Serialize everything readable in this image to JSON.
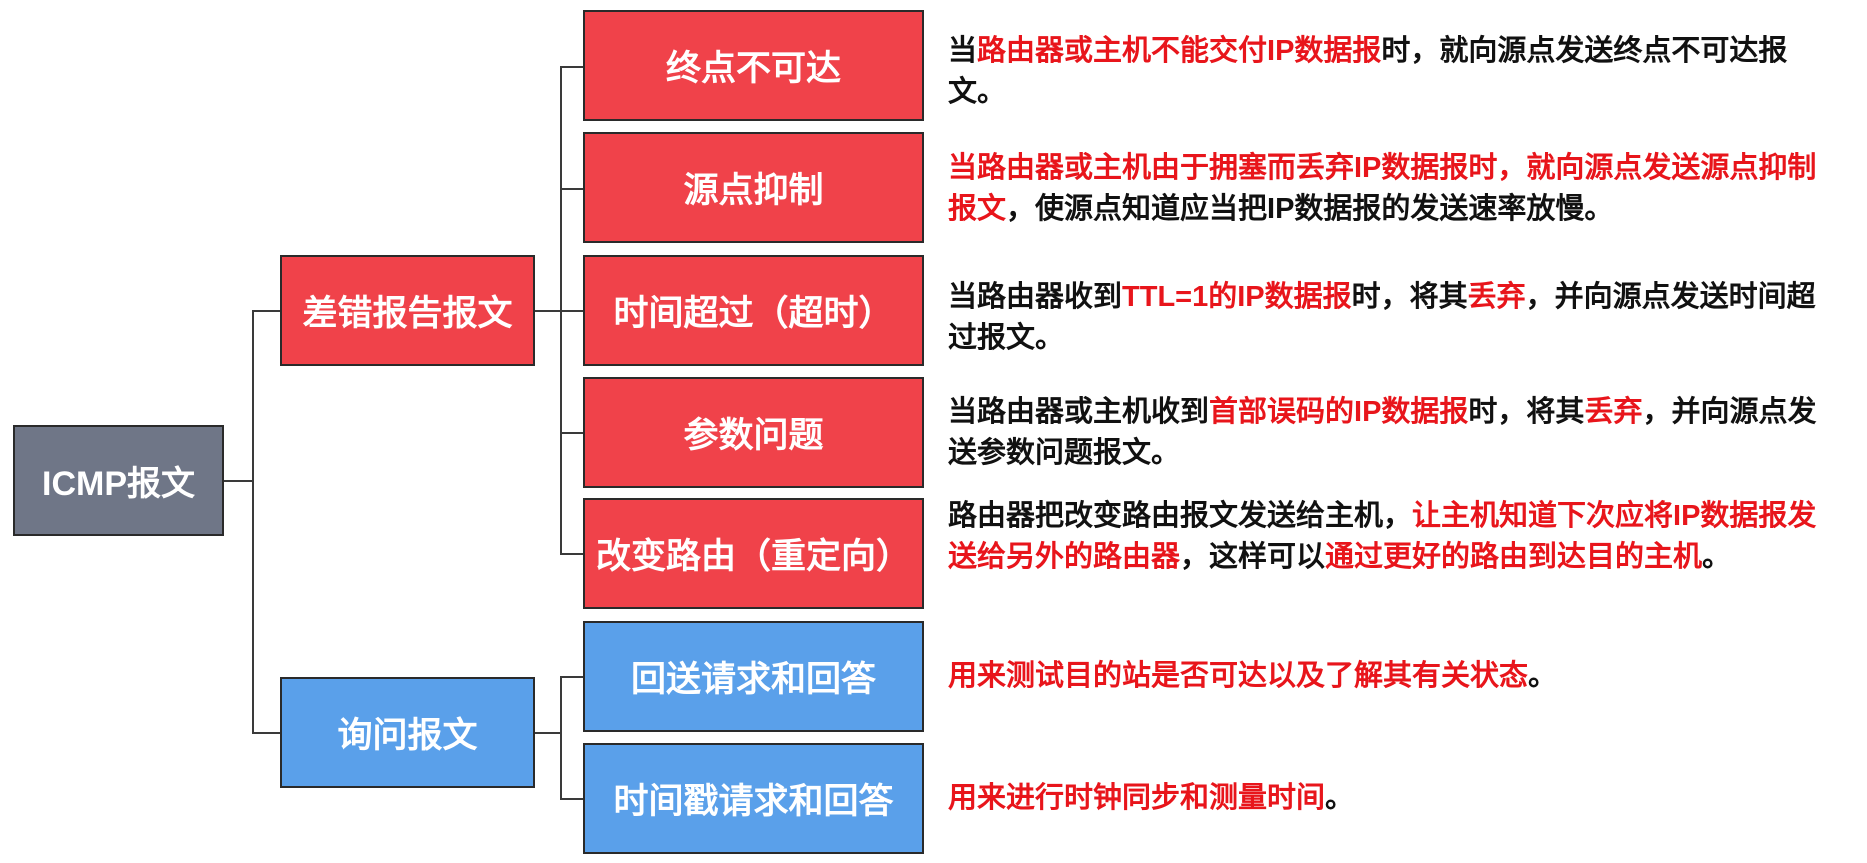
{
  "root": {
    "label": "ICMP报文",
    "color": "#6f7687"
  },
  "categories": [
    {
      "label": "差错报告报文",
      "color": "#f0424a",
      "types": [
        {
          "label": "终点不可达",
          "description": [
            {
              "text": "当",
              "highlight": false
            },
            {
              "text": "路由器或主机不能交付IP数据报",
              "highlight": true
            },
            {
              "text": "时，就向源点发送终点不可达报文。",
              "highlight": false
            }
          ]
        },
        {
          "label": "源点抑制",
          "description": [
            {
              "text": "当路由器或主机由于拥塞而丢弃IP数据报时，就向源点发送源点抑制报文",
              "highlight": true
            },
            {
              "text": "，使源点知道应当把IP数据报的发送速率放慢。",
              "highlight": false
            }
          ]
        },
        {
          "label": "时间超过（超时）",
          "description": [
            {
              "text": "当路由器收到",
              "highlight": false
            },
            {
              "text": "TTL=1的IP数据报",
              "highlight": true
            },
            {
              "text": "时，将其",
              "highlight": false
            },
            {
              "text": "丢弃",
              "highlight": true
            },
            {
              "text": "，并向源点发送时间超过报文。",
              "highlight": false
            }
          ]
        },
        {
          "label": "参数问题",
          "description": [
            {
              "text": "当路由器或主机收到",
              "highlight": false
            },
            {
              "text": "首部误码的IP数据报",
              "highlight": true
            },
            {
              "text": "时，将其",
              "highlight": false
            },
            {
              "text": "丢弃",
              "highlight": true
            },
            {
              "text": "，并向源点发送参数问题报文。",
              "highlight": false
            }
          ]
        },
        {
          "label": "改变路由（重定向）",
          "description": [
            {
              "text": "路由器把改变路由报文发送给主机，",
              "highlight": false
            },
            {
              "text": "让主机知道下次应将IP数据报发送给另外的路由器",
              "highlight": true
            },
            {
              "text": "，这样可以",
              "highlight": false
            },
            {
              "text": "通过更好的路由到达目的主机",
              "highlight": true
            },
            {
              "text": "。",
              "highlight": false
            }
          ]
        }
      ]
    },
    {
      "label": "询问报文",
      "color": "#5aa0ea",
      "types": [
        {
          "label": "回送请求和回答",
          "description": [
            {
              "text": "用来测试目的站是否可达以及了解其有关状态",
              "highlight": true
            },
            {
              "text": "。",
              "highlight": false
            }
          ]
        },
        {
          "label": "时间戳请求和回答",
          "description": [
            {
              "text": "用来进行时钟同步和测量时间",
              "highlight": true
            },
            {
              "text": "。",
              "highlight": false
            }
          ]
        }
      ]
    }
  ],
  "colors": {
    "text": "#111111",
    "highlight": "#e8151b",
    "line": "#3a3a3a"
  }
}
